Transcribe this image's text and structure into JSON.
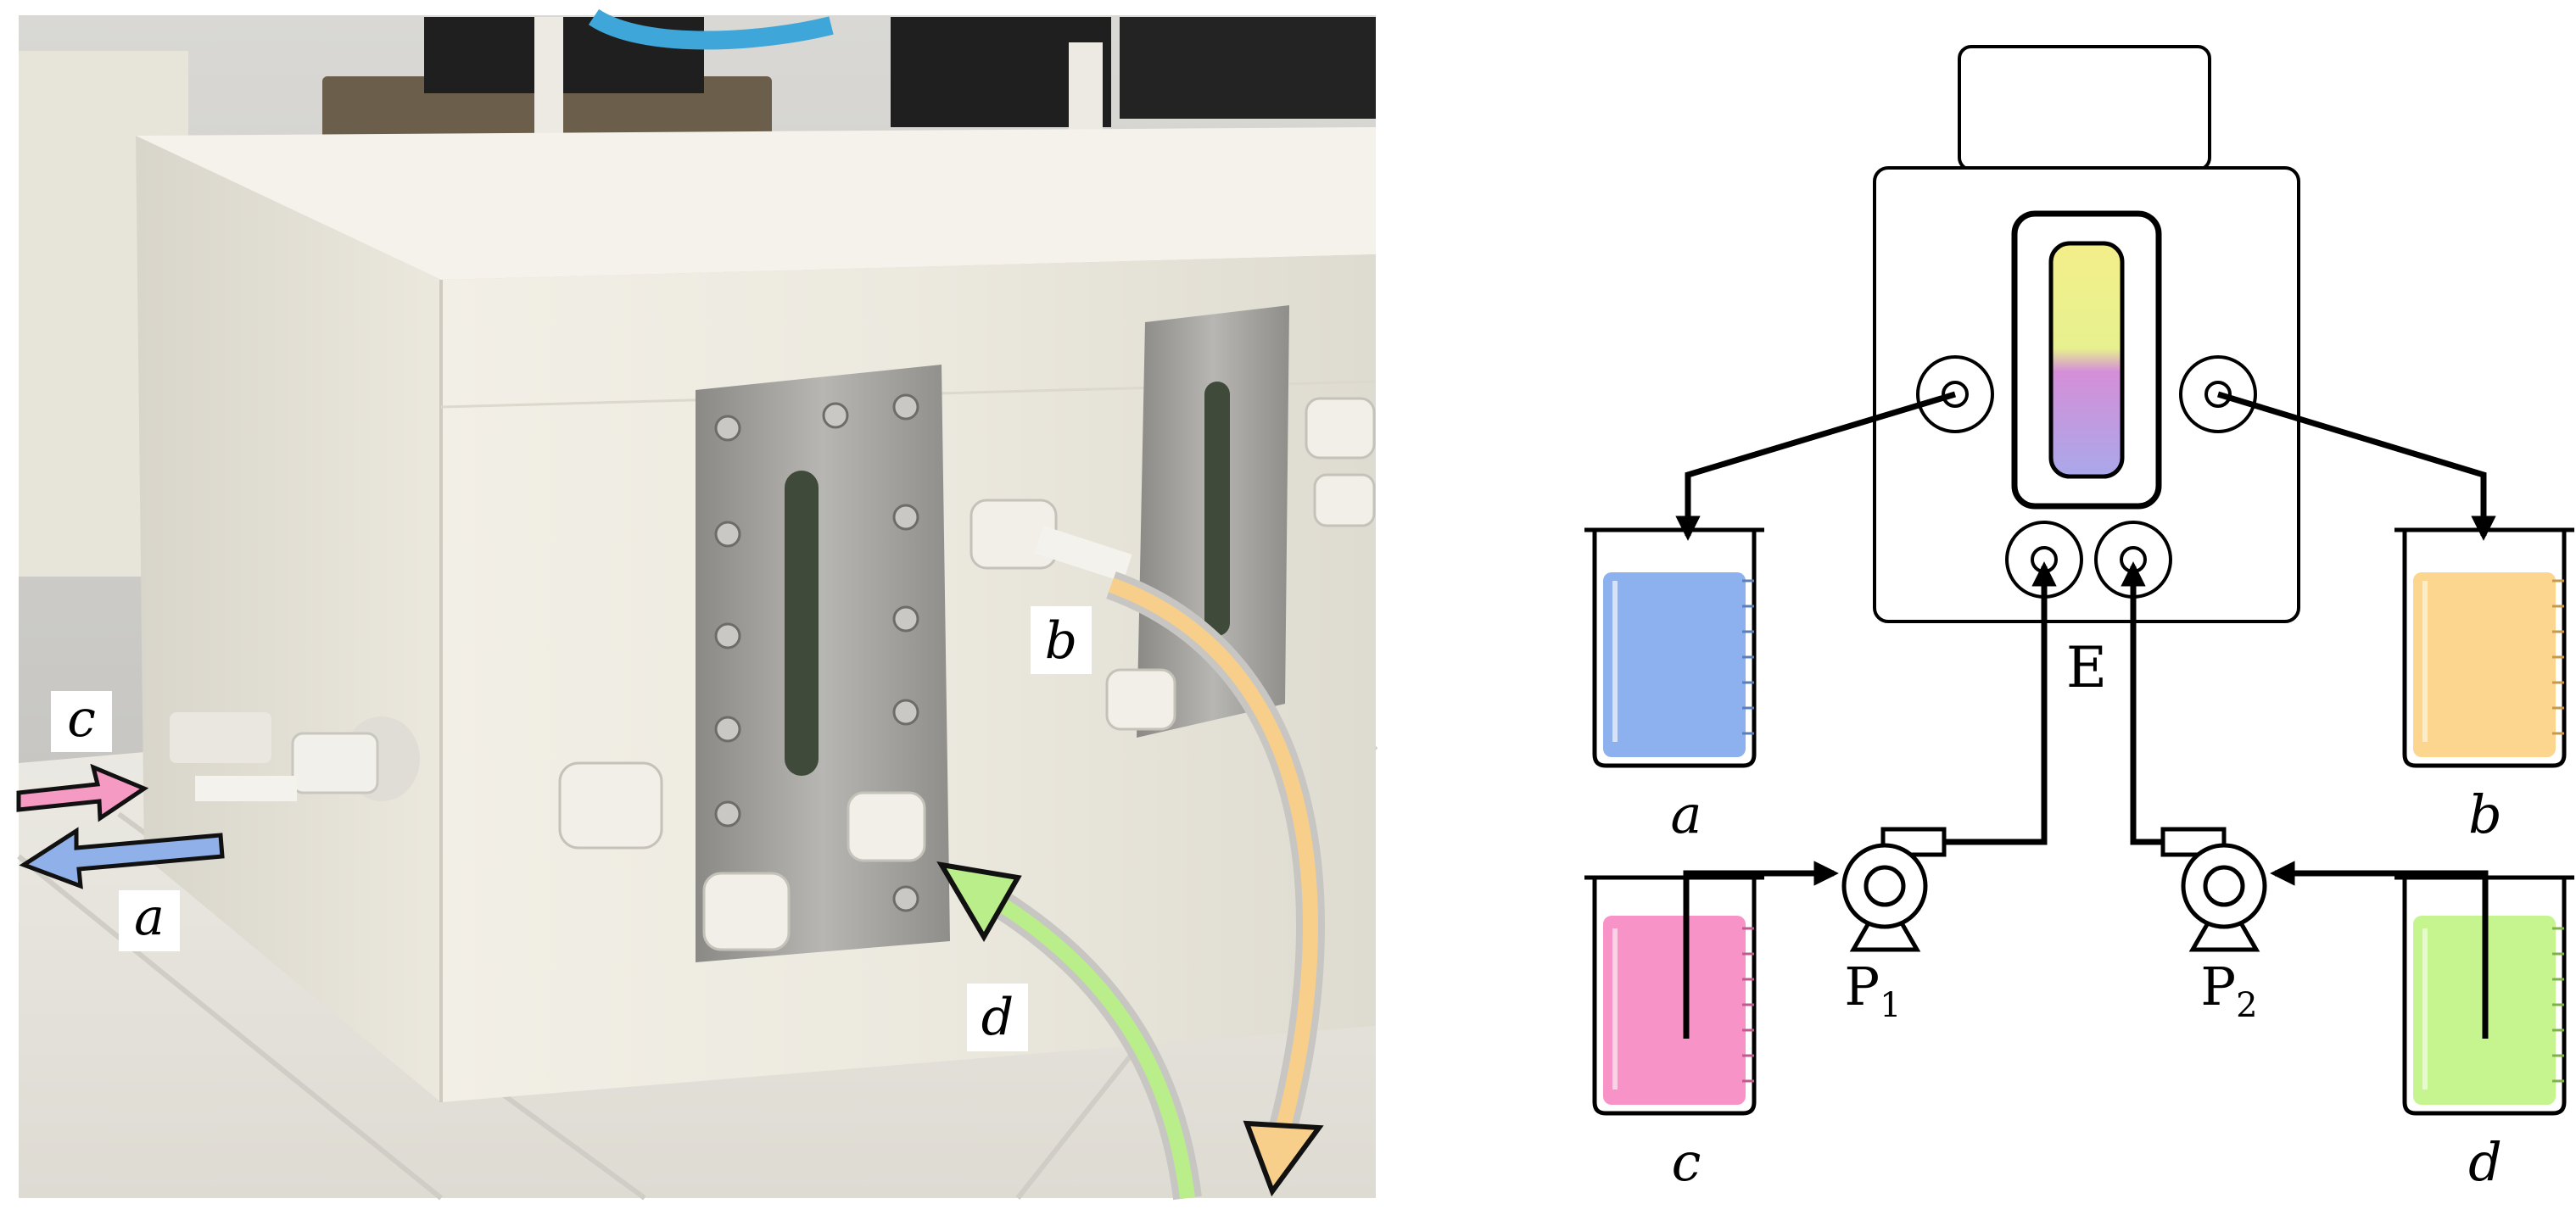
{
  "photo": {
    "labels": {
      "a": "a",
      "b": "b",
      "c": "c",
      "d": "d"
    },
    "colors": {
      "arrow_a": "#8fb0e8",
      "arrow_b": "#f7cf8a",
      "arrow_c": "#f59ac2",
      "arrow_d": "#b9ee8a"
    }
  },
  "diagram": {
    "electrolyzer_label": "E",
    "pump1": {
      "letter": "P",
      "sub": "1"
    },
    "pump2": {
      "letter": "P",
      "sub": "2"
    },
    "beakers": {
      "a": {
        "label": "a",
        "color": "#8db0ee"
      },
      "b": {
        "label": "b",
        "color": "#fcd58e"
      },
      "c": {
        "label": "c",
        "color": "#f793c6"
      },
      "d": {
        "label": "d",
        "color": "#c6f58f"
      }
    },
    "cell_gradient_colors": [
      "#f3ef8a",
      "#d58fd8",
      "#a9a8ea"
    ]
  }
}
